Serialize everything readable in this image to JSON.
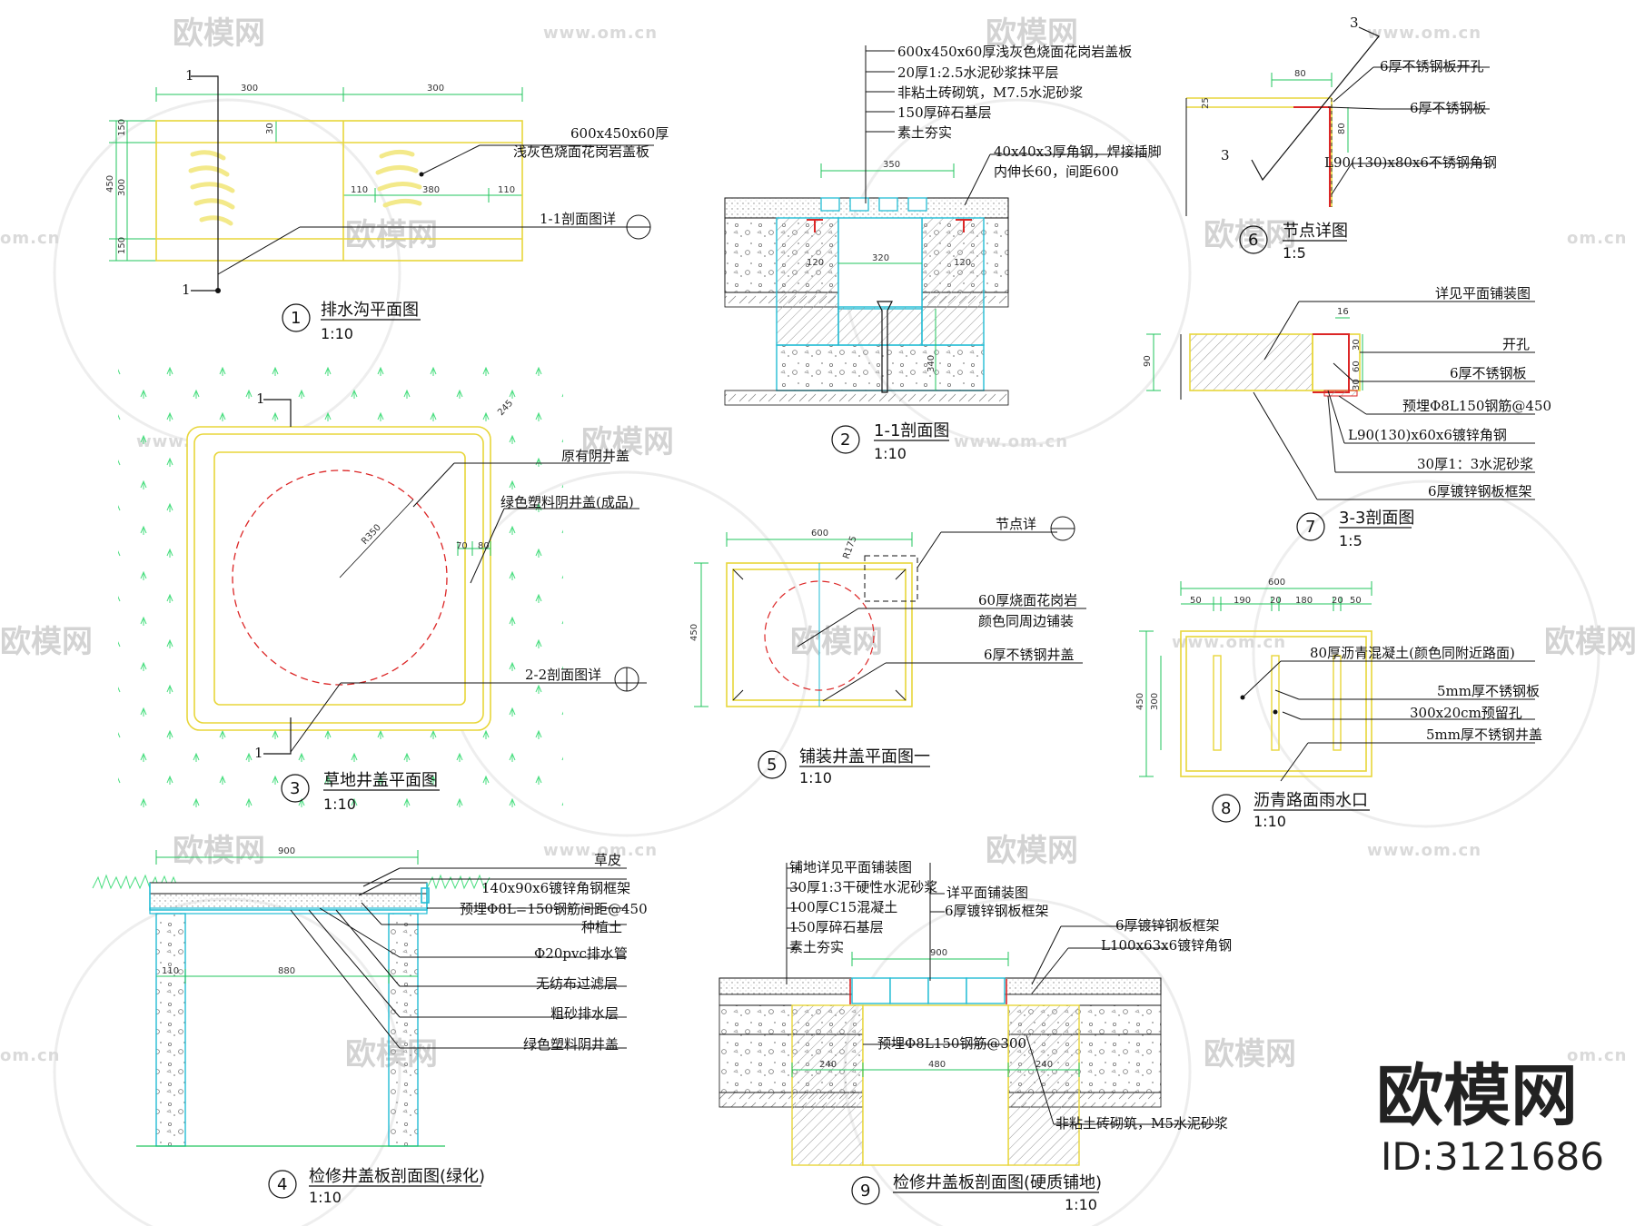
{
  "watermark": {
    "brand": "欧模网",
    "site": "www.om.cn",
    "site_short": "om.cn",
    "id_label": "ID:3121686"
  },
  "colors": {
    "outline": "#e8d63a",
    "dim": "#22c55e",
    "cyan": "#22bcd4",
    "red": "#dc2626",
    "grass": "#4ade80",
    "ink": "#111111"
  },
  "drawings": [
    {
      "no": "1",
      "title": "排水沟平面图",
      "scale": "1:10",
      "dims": [
        "300",
        "300",
        "150",
        "300",
        "150",
        "110",
        "380",
        "110",
        "30"
      ],
      "section_mark": "1",
      "labels": [
        "600x450x60厚",
        "浅灰色烧面花岗岩盖板",
        "1-1剖面图详"
      ]
    },
    {
      "no": "2",
      "title": "1-1剖面图",
      "scale": "1:10",
      "dims": [
        "350",
        "320",
        "120",
        "120",
        "340"
      ],
      "labels": [
        "600x450x60厚浅灰色烧面花岗岩盖板",
        "20厚1:2.5水泥砂浆抹平层",
        "非粘土砖砌筑，M7.5水泥砂浆",
        "150厚碎石基层",
        "素土夯实",
        "40x40x3厚角钢，焊接插脚",
        "内伸长60，间距600"
      ]
    },
    {
      "no": "3",
      "title": "草地井盖平面图",
      "scale": "1:10",
      "dims": [
        "245",
        "R350",
        "70",
        "80"
      ],
      "section_mark": "1",
      "labels": [
        "原有阴井盖",
        "绿色塑料阴井盖(成品)",
        "2-2剖面图详"
      ]
    },
    {
      "no": "4",
      "title": "检修井盖板剖面图(绿化)",
      "scale": "1:10",
      "dims": [
        "900",
        "110",
        "880"
      ],
      "labels": [
        "草皮",
        "140x90x6镀锌角钢框架",
        "预埋Φ8L=150钢筋间距@450",
        "种植土",
        "Φ20pvc排水管",
        "无纺布过滤层",
        "粗砂排水层",
        "绿色塑料阴井盖"
      ]
    },
    {
      "no": "5",
      "title": "铺装井盖平面图一",
      "scale": "1:10",
      "dims": [
        "600",
        "450",
        "R175"
      ],
      "labels": [
        "节点详",
        "60厚烧面花岗岩",
        "颜色同周边铺装",
        "6厚不锈钢井盖"
      ]
    },
    {
      "no": "6",
      "title": "节点详图",
      "scale": "1:5",
      "dims": [
        "80",
        "80",
        "25"
      ],
      "section_mark": "3",
      "labels": [
        "6厚不锈钢板开孔",
        "6厚不锈钢板",
        "L90(130)x80x6不锈钢角钢"
      ]
    },
    {
      "no": "7",
      "title": "3-3剖面图",
      "scale": "1:5",
      "dims": [
        "90",
        "16",
        "30",
        "60",
        "30"
      ],
      "labels": [
        "详见平面铺装图",
        "开孔",
        "6厚不锈钢板",
        "预埋Φ8L150钢筋@450",
        "L90(130)x60x6镀锌角钢",
        "30厚1：3水泥砂浆",
        "6厚镀锌钢板框架"
      ]
    },
    {
      "no": "8",
      "title": "沥青路面雨水口",
      "scale": "1:10",
      "dims": [
        "600",
        "50",
        "190",
        "20",
        "180",
        "20",
        "50",
        "450",
        "300"
      ],
      "labels": [
        "80厚沥青混凝土(颜色同附近路面)",
        "5mm厚不锈钢板",
        "300x20cm预留孔",
        "5mm厚不锈钢井盖"
      ]
    },
    {
      "no": "9",
      "title": "检修井盖板剖面图(硬质铺地)",
      "scale": "1:10",
      "dims": [
        "900",
        "240",
        "480",
        "240"
      ],
      "labels": [
        "铺地详见平面铺装图",
        "30厚1:3干硬性水泥砂浆",
        "100厚C15混凝土",
        "150厚碎石基层",
        "素土夯实",
        "详平面铺装图",
        "6厚镀锌钢板框架",
        "6厚镀锌钢板框架",
        "L100x63x6镀锌角钢",
        "预埋Φ8L150钢筋@300",
        "非粘土砖砌筑，M5水泥砂浆"
      ]
    }
  ]
}
